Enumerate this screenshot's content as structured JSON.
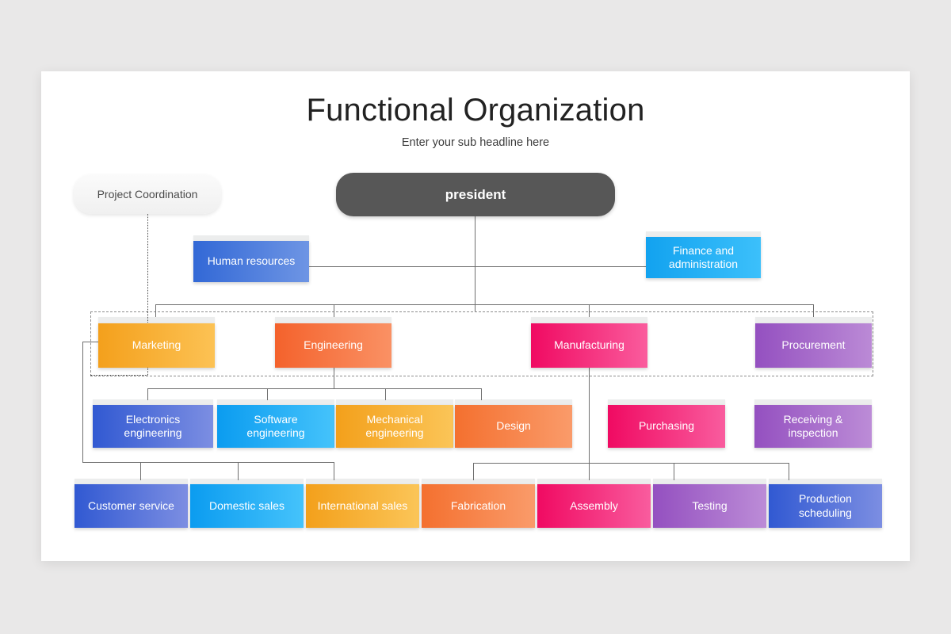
{
  "slide": {
    "title": "Functional Organization",
    "subtitle": "Enter your sub headline here"
  },
  "colors": {
    "background": "#e9e8e8",
    "card": "#ffffff",
    "president": "#575757",
    "connector": "#6f6f6f",
    "dashed_group_border": "#8d8d8d",
    "tab": "#eceded",
    "blue": "#3f72d7",
    "cyan": "#10a3f0",
    "amber": "#f5a623",
    "orange": "#f5703c",
    "pink": "#f0156e",
    "purple": "#9b59c4"
  },
  "nodes": {
    "project_coordination": {
      "label": "Project Coordination"
    },
    "president": {
      "label": "president"
    },
    "human_resources": {
      "label": "Human resources"
    },
    "finance": {
      "label": "Finance and\nadministration",
      "line1": "Finance and",
      "line2": "administration"
    },
    "functions": [
      {
        "label": "Marketing"
      },
      {
        "label": "Engineering"
      },
      {
        "label": "Manufacturing"
      },
      {
        "label": "Procurement"
      }
    ],
    "sub_departments": [
      {
        "line1": "Electronics",
        "line2": "engineering"
      },
      {
        "line1": "Software",
        "line2": "engineering"
      },
      {
        "line1": "Mechanical",
        "line2": "engineering"
      },
      {
        "line1": "Design",
        "line2": ""
      },
      {
        "line1": "Purchasing",
        "line2": ""
      },
      {
        "line1": "Receiving &",
        "line2": "inspection"
      }
    ],
    "bottom_units": [
      {
        "line1": "Customer service",
        "line2": ""
      },
      {
        "line1": "Domestic sales",
        "line2": ""
      },
      {
        "line1": "International sales",
        "line2": ""
      },
      {
        "line1": "Fabrication",
        "line2": ""
      },
      {
        "line1": "Assembly",
        "line2": ""
      },
      {
        "line1": "Testing",
        "line2": ""
      },
      {
        "line1": "Production",
        "line2": "scheduling"
      }
    ]
  }
}
